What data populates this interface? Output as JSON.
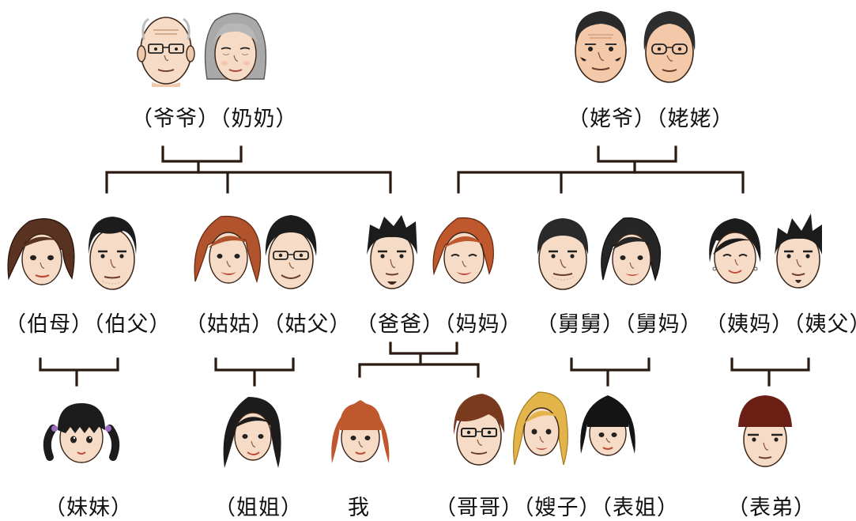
{
  "labels": {
    "grandparents_paternal": "（爷爷）（奶奶）",
    "grandparents_maternal": "（姥爷）（姥姥）",
    "uncle_aunt_bo": "（伯母）（伯父）",
    "aunt_gu": "（姑姑）（姑父）",
    "parents": "（爸爸）（妈妈）",
    "uncle_jiu": "（舅舅）（舅妈）",
    "aunt_yi": "（姨妈）（姨父）",
    "younger_sister": "（妹妹）",
    "older_sister": "（姐姐）",
    "me": "我",
    "brother_sil_cousin": "（哥哥）（嫂子）（表姐）",
    "younger_cousin": "（表弟）"
  },
  "colors": {
    "line": "#2a1a12",
    "skin": "#f6dcc6",
    "skin_shadow": "#e8bfa0",
    "hair_black": "#1c1c1c",
    "hair_brown": "#5a3222",
    "hair_auburn": "#b1532c",
    "hair_gray": "#a9a9a9",
    "hair_blonde": "#e2b44a"
  }
}
